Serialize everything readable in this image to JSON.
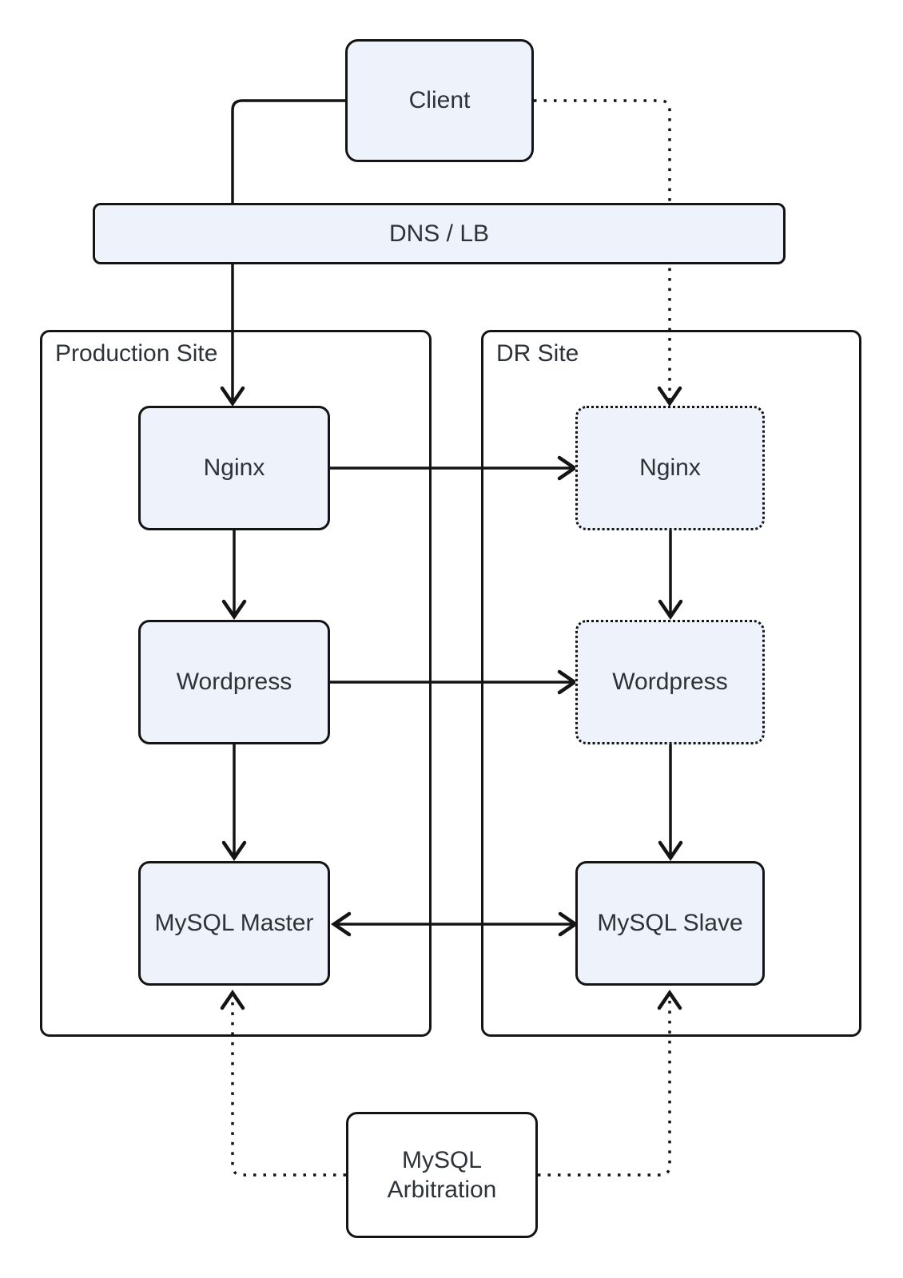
{
  "colors": {
    "node_fill": "#EDF2FB",
    "plain_fill": "#FFFFFF",
    "line": "#141414",
    "text": "#2E333A",
    "background": "#FFFFFF"
  },
  "nodes": {
    "client": {
      "label": "Client"
    },
    "dns_lb": {
      "label": "DNS / LB"
    },
    "arbitration": {
      "label": "MySQL\nArbitration"
    }
  },
  "groups": {
    "production": {
      "label": "Production Site",
      "nodes": {
        "nginx": {
          "label": "Nginx"
        },
        "wordpress": {
          "label": "Wordpress"
        },
        "mysql_master": {
          "label": "MySQL Master"
        }
      }
    },
    "dr": {
      "label": "DR Site",
      "nodes": {
        "nginx": {
          "label": "Nginx"
        },
        "wordpress": {
          "label": "Wordpress"
        },
        "mysql_slave": {
          "label": "MySQL Slave"
        }
      }
    }
  },
  "edges": [
    {
      "from": "Client",
      "to": "DNS / LB",
      "style": "solid",
      "arrow": "none"
    },
    {
      "from": "Client",
      "to": "DR Nginx",
      "style": "dotted",
      "arrow": "end"
    },
    {
      "from": "DNS / LB",
      "to": "Production Nginx",
      "style": "solid",
      "arrow": "end"
    },
    {
      "from": "Production Nginx",
      "to": "DR Nginx",
      "style": "solid",
      "arrow": "end"
    },
    {
      "from": "Production Nginx",
      "to": "Production Wordpress",
      "style": "solid",
      "arrow": "end"
    },
    {
      "from": "Production Wordpress",
      "to": "DR Wordpress",
      "style": "solid",
      "arrow": "end"
    },
    {
      "from": "Production Wordpress",
      "to": "MySQL Master",
      "style": "solid",
      "arrow": "end"
    },
    {
      "from": "DR Nginx",
      "to": "DR Wordpress",
      "style": "solid",
      "arrow": "end"
    },
    {
      "from": "DR Wordpress",
      "to": "MySQL Slave",
      "style": "solid",
      "arrow": "end"
    },
    {
      "from": "MySQL Master",
      "to": "MySQL Slave",
      "style": "solid",
      "arrow": "both"
    },
    {
      "from": "MySQL Arbitration",
      "to": "MySQL Master",
      "style": "dotted",
      "arrow": "end"
    },
    {
      "from": "MySQL Arbitration",
      "to": "MySQL Slave",
      "style": "dotted",
      "arrow": "end"
    }
  ]
}
